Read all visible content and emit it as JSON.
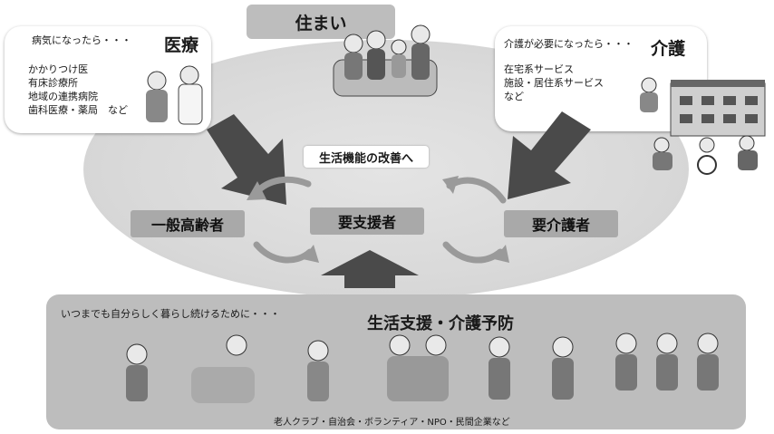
{
  "housing": {
    "title": "住まい"
  },
  "medical": {
    "intro": "病気になったら・・・",
    "title": "医療",
    "items": [
      "かかりつけ医",
      "有床診療所",
      "地域の連携病院",
      "歯科医療・薬局　など"
    ]
  },
  "care": {
    "intro": "介護が必要になったら・・・",
    "title": "介護",
    "items": [
      "在宅系サービス",
      "施設・居住系サービス",
      "など"
    ]
  },
  "cycle": {
    "bubble": "生活機能の改善へ",
    "general_elderly": "一般高齢者",
    "support_needed": "要支援者",
    "care_needed": "要介護者"
  },
  "prevention": {
    "intro": "いつまでも自分らしく暮らし続けるために・・・",
    "title": "生活支援・介護予防",
    "footer": "老人クラブ・自治会・ボランティア・NPO・民間企業など"
  },
  "colors": {
    "panel": "#bdbdbd",
    "label": "#a9a9a9",
    "arrow": "#4a4a4a",
    "ellipse": "#dcdcdc"
  }
}
